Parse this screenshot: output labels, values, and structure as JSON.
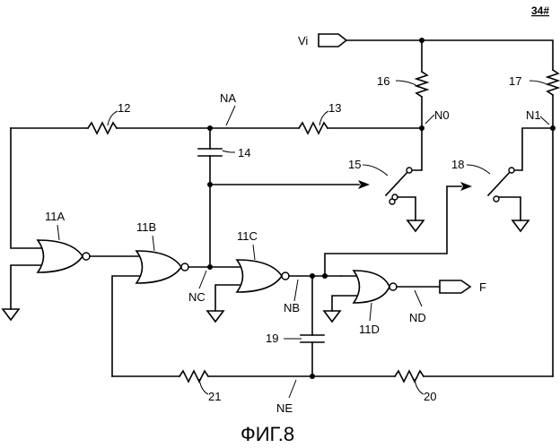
{
  "sheet_id": "34#",
  "caption": "ФИГ.8",
  "labels": {
    "vi": "Vi",
    "f": "F",
    "na": "NA",
    "nb": "NB",
    "nc": "NC",
    "nd": "ND",
    "ne": "NE",
    "n0": "N0",
    "n1": "N1",
    "r12": "12",
    "r13": "13",
    "c14": "14",
    "sw15": "15",
    "r16": "16",
    "r17": "17",
    "sw18": "18",
    "c19": "19",
    "r20": "20",
    "r21": "21",
    "g11a": "11A",
    "g11b": "11B",
    "g11c": "11C",
    "g11d": "11D"
  }
}
